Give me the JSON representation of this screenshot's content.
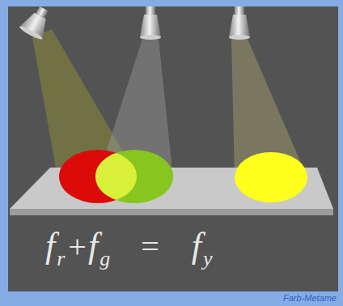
{
  "diagram": {
    "caption": "Farb-Metame",
    "labels": [
      "f",
      "r",
      "+",
      "f",
      "g",
      "=",
      "f",
      "y"
    ]
  }
}
